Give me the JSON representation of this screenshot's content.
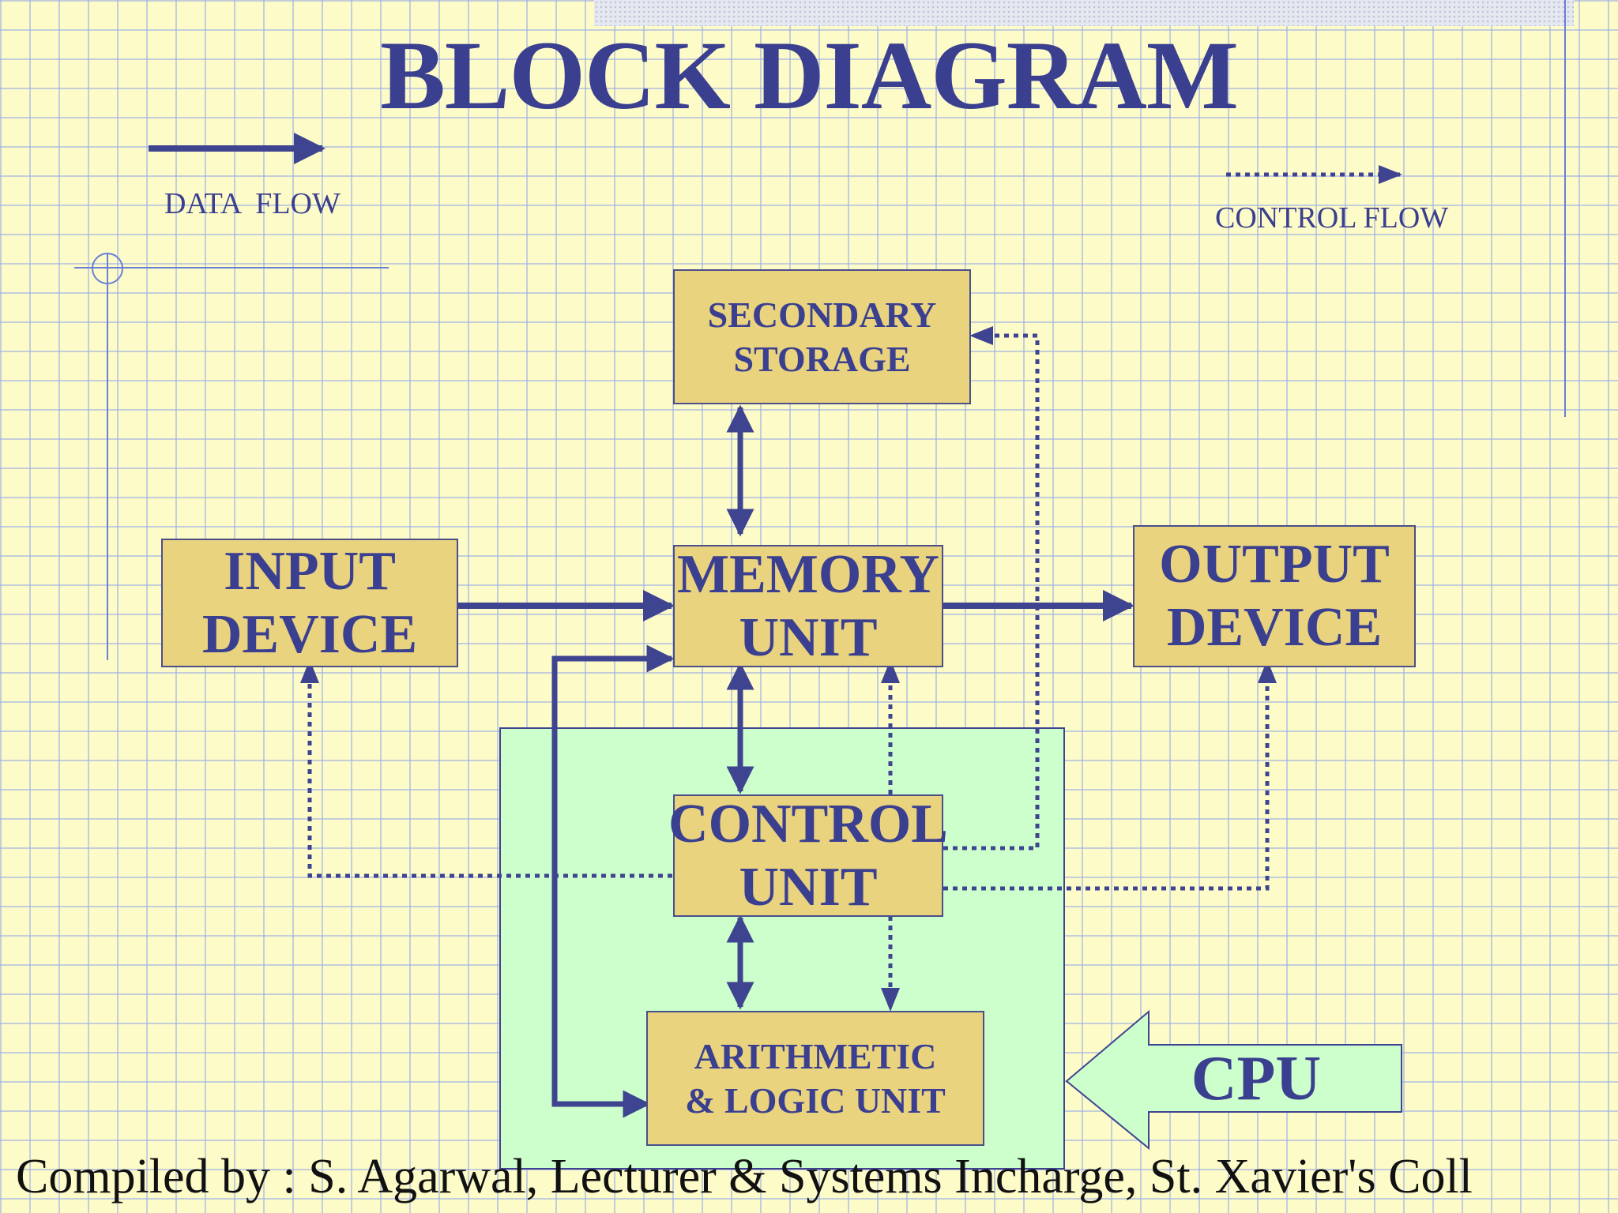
{
  "title": "BLOCK DIAGRAM",
  "legend": {
    "data_flow": "DATA  FLOW",
    "control_flow": "CONTROL FLOW"
  },
  "blocks": {
    "secondary_storage": [
      "SECONDARY",
      "STORAGE"
    ],
    "input_device": [
      "INPUT",
      "DEVICE"
    ],
    "memory_unit": [
      "MEMORY",
      "UNIT"
    ],
    "output_device": [
      "OUTPUT",
      "DEVICE"
    ],
    "control_unit": [
      "CONTROL",
      "UNIT"
    ],
    "alu": [
      "ARITHMETIC",
      "& LOGIC UNIT"
    ]
  },
  "cpu_label": "CPU",
  "footer": "Compiled by : S. Agarwal, Lecturer & Systems Incharge, St. Xavier's Coll",
  "colors": {
    "background": "#fdfbc8",
    "block_fill": "#e9d37f",
    "cpu_zone": "#ccffcc",
    "text_primary": "#3a3f8f",
    "arrow": "#3f4491"
  }
}
